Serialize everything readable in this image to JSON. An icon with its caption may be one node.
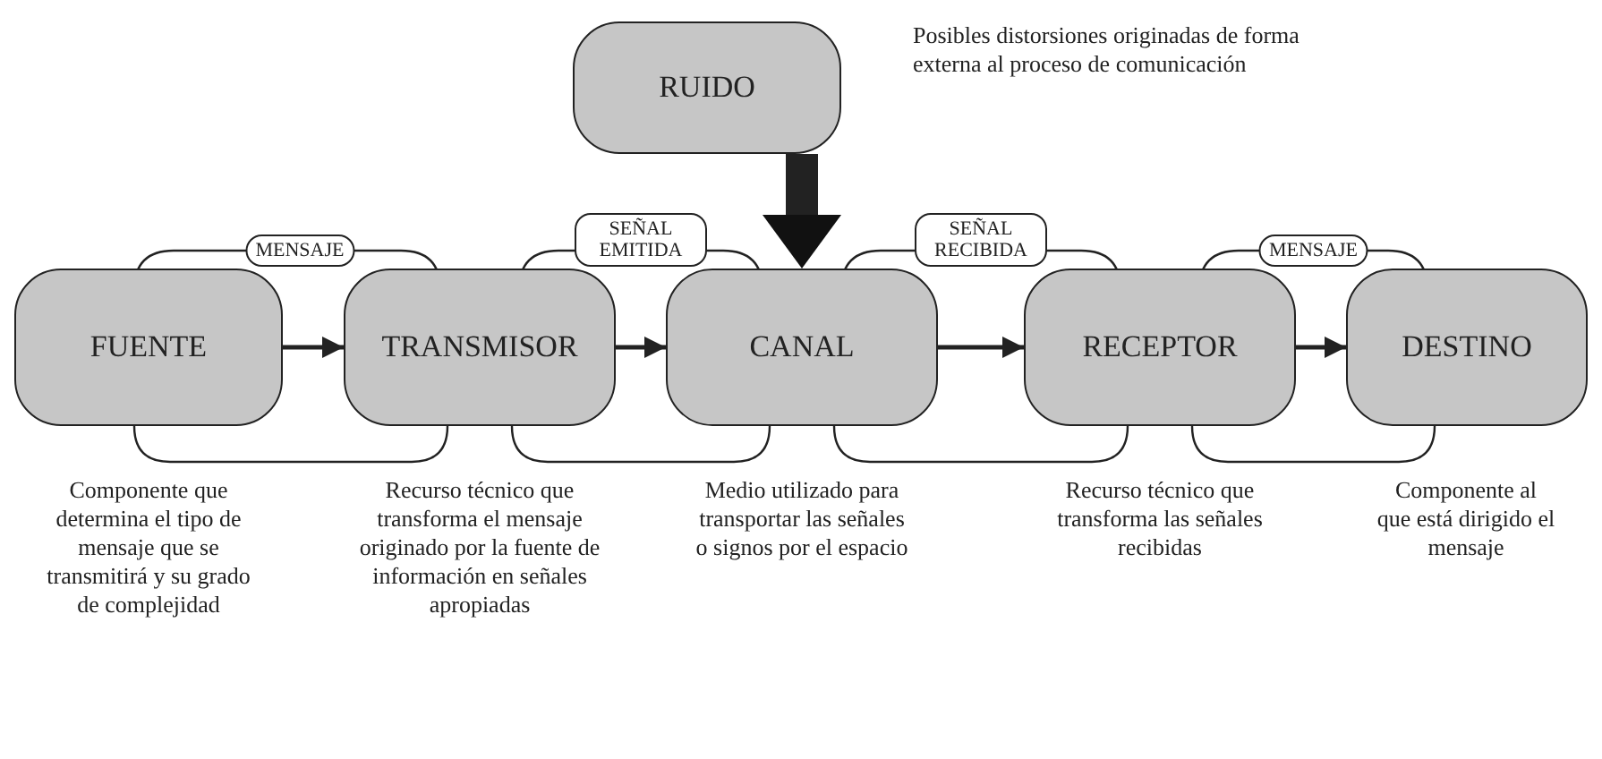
{
  "diagram": {
    "nodes": [
      {
        "text": [
          "RUIDO"
        ],
        "beside": [
          "Posibles distorsiones originadas de forma externa al proceso de comunicación"
        ]
      },
      {
        "text": [
          "FUENTE"
        ],
        "beside": [
          "Componente que determina el tipo de mensaje que se transmitirá y su grado de complejidad"
        ]
      },
      {
        "text": [
          "TRANSMISOR"
        ],
        "beside": [
          "Recurso técnico que transforma el mensaje originado por la fuente de información en señales apropiadas"
        ]
      },
      {
        "text": [
          "CANAL"
        ],
        "beside": [
          "Medio utilizado para transportar las señales o signos por el espacio"
        ]
      },
      {
        "text": [
          "RECEPTOR"
        ],
        "beside": [
          "Recurso técnico que transforma las señales recibidas"
        ]
      },
      {
        "text": [
          "DESTINO"
        ],
        "beside": [
          "Componente al que está dirigido el mensaje"
        ]
      }
    ],
    "edges": [
      {
        "from": 0,
        "to": 3,
        "arrow": "to",
        "style": "thick"
      },
      {
        "from": 1,
        "to": 2,
        "arrow": "none",
        "label": "MENSAJE"
      },
      {
        "from": 1,
        "to": 2,
        "arrow": "to"
      },
      {
        "from": 1,
        "to": 2,
        "arrow": "none"
      },
      {
        "from": 2,
        "to": 3,
        "arrow": "none",
        "label": "SEÑAL EMITIDA"
      },
      {
        "from": 2,
        "to": 3,
        "arrow": "to"
      },
      {
        "from": 2,
        "to": 3,
        "arrow": "none"
      },
      {
        "from": 3,
        "to": 4,
        "arrow": "none",
        "label": "SEÑAL RECIBIDA"
      },
      {
        "from": 3,
        "to": 4,
        "arrow": "to"
      },
      {
        "from": 3,
        "to": 4,
        "arrow": "none"
      },
      {
        "from": 4,
        "to": 5,
        "arrow": "none",
        "label": "MENSAJE"
      },
      {
        "from": 4,
        "to": 5,
        "arrow": "to"
      },
      {
        "from": 4,
        "to": 5,
        "arrow": "none"
      }
    ]
  }
}
